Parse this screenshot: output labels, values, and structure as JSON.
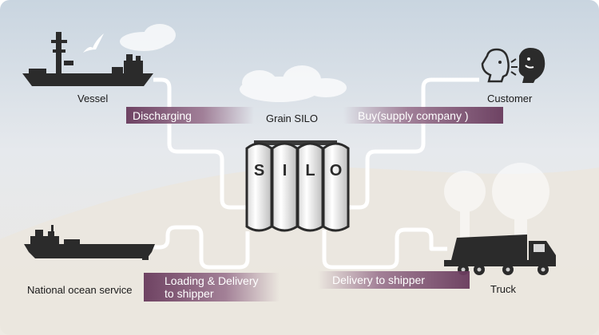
{
  "nodes": {
    "vessel": "Vessel",
    "customer": "Customer",
    "silo_title": "Grain SILO",
    "silo_letters": [
      "S",
      "I",
      "L",
      "O"
    ],
    "national": "National ocean service",
    "truck": "Truck"
  },
  "flows": {
    "discharging": "Discharging",
    "buy": "Buy(supply company )",
    "loading_line1": "Loading & Delivery",
    "loading_line2": "to shipper",
    "delivery": "Delivery to shipper"
  },
  "colors": {
    "band": "#6b3d5f",
    "pipe": "#ffffff",
    "icon": "#2b2b2b"
  }
}
